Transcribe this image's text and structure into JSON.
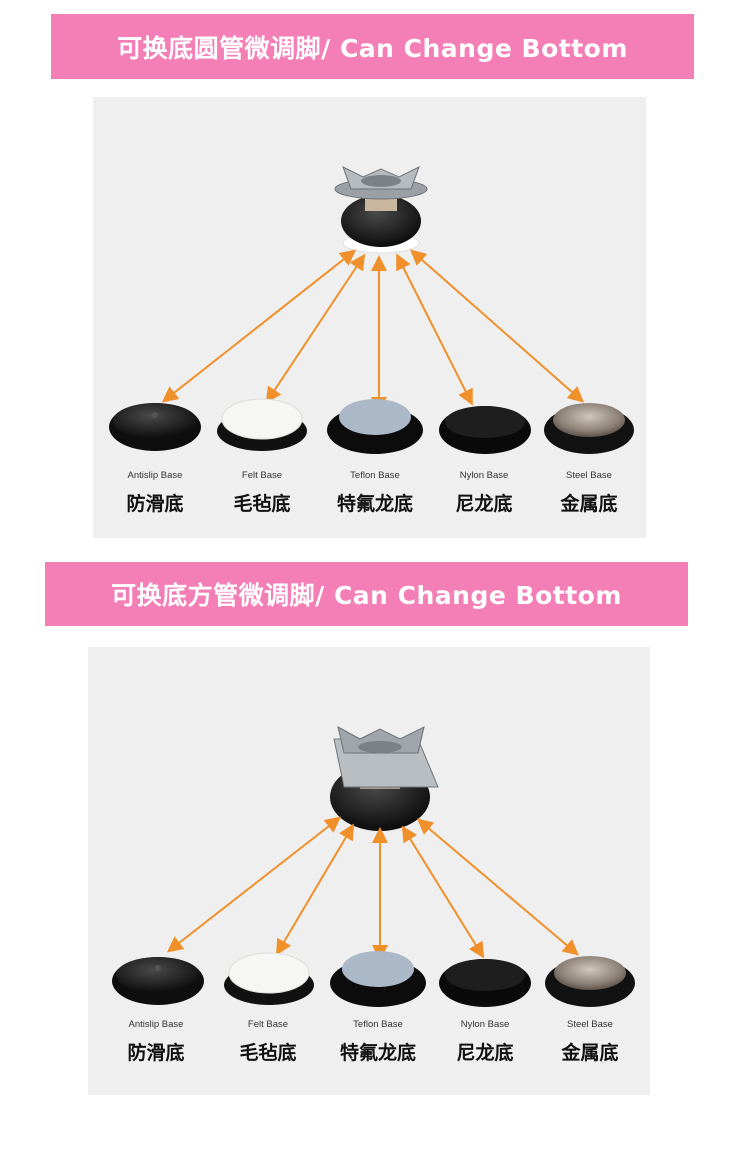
{
  "sections": [
    {
      "banner_title": "可换底圆管微调脚/ Can Change Bottom",
      "bases": [
        {
          "en": "Antislip Base",
          "zh": "防滑底",
          "icon": "antislip-base-icon"
        },
        {
          "en": "Felt Base",
          "zh": "毛毡底",
          "icon": "felt-base-icon"
        },
        {
          "en": "Teflon Base",
          "zh": "特氟龙底",
          "icon": "teflon-base-icon"
        },
        {
          "en": "Nylon Base",
          "zh": "尼龙底",
          "icon": "nylon-base-icon"
        },
        {
          "en": "Steel Base",
          "zh": "金属底",
          "icon": "steel-base-icon"
        }
      ]
    },
    {
      "banner_title": "可换底方管微调脚/ Can Change Bottom",
      "bases": [
        {
          "en": "Antislip Base",
          "zh": "防滑底",
          "icon": "antislip-base-icon"
        },
        {
          "en": "Felt Base",
          "zh": "毛毡底",
          "icon": "felt-base-icon"
        },
        {
          "en": "Teflon Base",
          "zh": "特氟龙底",
          "icon": "teflon-base-icon"
        },
        {
          "en": "Nylon Base",
          "zh": "尼龙底",
          "icon": "nylon-base-icon"
        },
        {
          "en": "Steel Base",
          "zh": "金属底",
          "icon": "steel-base-icon"
        }
      ]
    }
  ],
  "colors": {
    "banner": "#f47fb6",
    "arrow": "#f0902a",
    "panel": "#efefef"
  }
}
